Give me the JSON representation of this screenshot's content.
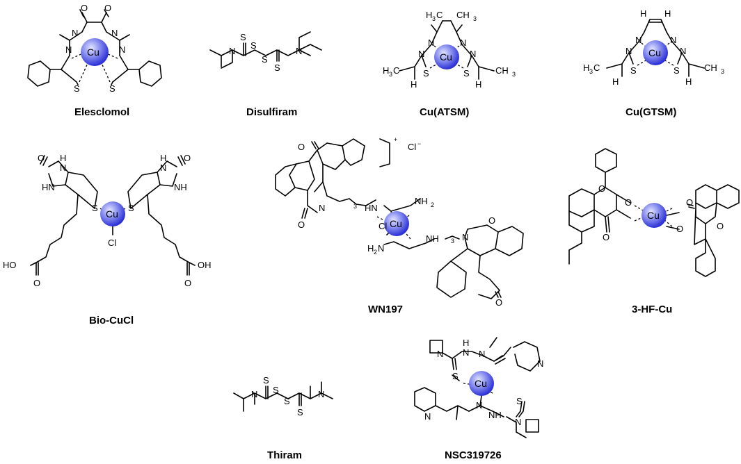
{
  "compounds": {
    "elesclomol": {
      "name": "Elesclomol"
    },
    "disulfiram": {
      "name": "Disulfiram"
    },
    "cu_atsm": {
      "name": "Cu(ATSM)"
    },
    "cu_gtsm": {
      "name": "Cu(GTSM)"
    },
    "bio_cucl": {
      "name": "Bio-CuCl"
    },
    "wn197": {
      "name": "WN197"
    },
    "hf_cu": {
      "name": "3-HF-Cu"
    },
    "thiram": {
      "name": "Thiram"
    },
    "nsc": {
      "name": "NSC319726"
    }
  },
  "atoms": {
    "cu": "Cu",
    "o": "O",
    "n": "N",
    "s": "S",
    "h": "H",
    "hn": "HN",
    "nh": "NH",
    "nh2": "NH",
    "h2n": "H",
    "cl": "Cl",
    "cl_minus": "Cl",
    "ho": "HO",
    "oh": "OH",
    "ch3": "CH",
    "h3c": "H",
    "c": "C"
  },
  "marks": {
    "sub3": "3",
    "sub2": "2",
    "plus": "+",
    "minus": "−"
  },
  "colors": {
    "cu_sphere_light": "#c9cdfb",
    "cu_sphere_dark": "#2b2fd6",
    "bond": "#000000"
  }
}
